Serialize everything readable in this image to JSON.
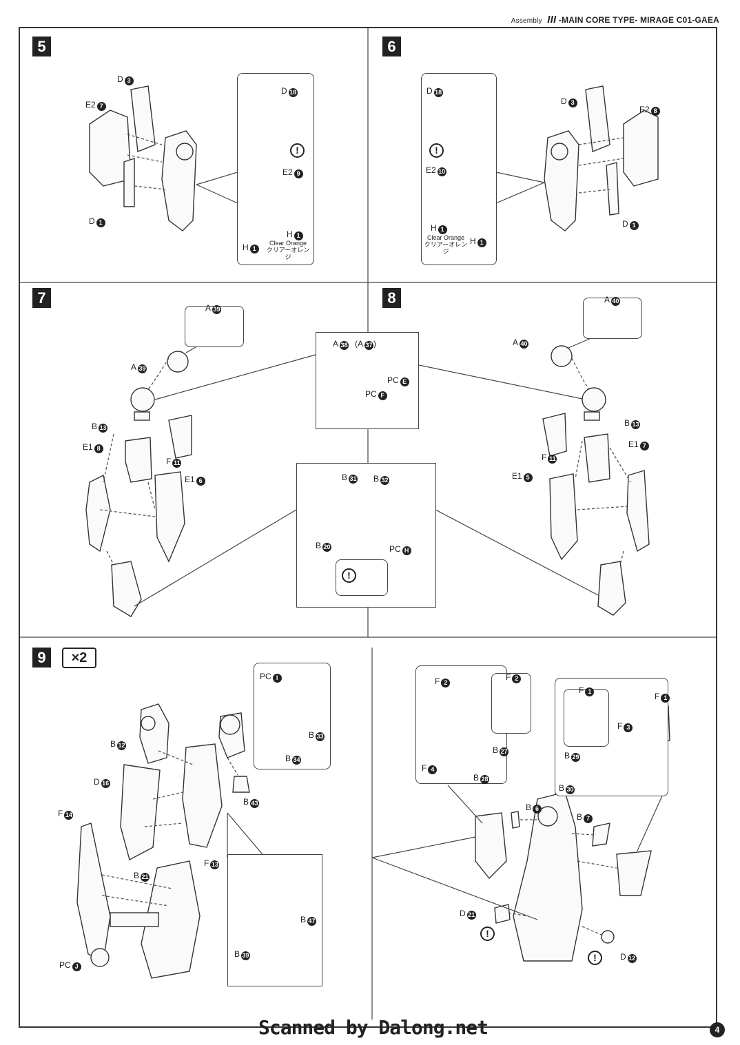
{
  "header": {
    "assembly": "Assembly",
    "roman": "III",
    "title": "-MAIN CORE TYPE- MIRAGE C01-GAEA"
  },
  "steps": {
    "s5": {
      "number": "5"
    },
    "s6": {
      "number": "6"
    },
    "s7": {
      "number": "7"
    },
    "s8": {
      "number": "8"
    },
    "s9": {
      "number": "9",
      "multiplier": "×2"
    }
  },
  "labels": {
    "s5": {
      "d3": {
        "letter": "D",
        "num": "3"
      },
      "e27": {
        "letter": "E2",
        "num": "7"
      },
      "d1": {
        "letter": "D",
        "num": "1"
      },
      "d18": {
        "letter": "D",
        "num": "18"
      },
      "e29": {
        "letter": "E2",
        "num": "9"
      },
      "h1a": {
        "letter": "H",
        "num": "1"
      },
      "h1b": {
        "letter": "H",
        "num": "1"
      }
    },
    "s6": {
      "d18": {
        "letter": "D",
        "num": "18"
      },
      "e210": {
        "letter": "E2",
        "num": "10"
      },
      "h1a": {
        "letter": "H",
        "num": "1"
      },
      "h1b": {
        "letter": "H",
        "num": "1"
      },
      "d3": {
        "letter": "D",
        "num": "3"
      },
      "e28": {
        "letter": "E2",
        "num": "8"
      },
      "d1": {
        "letter": "D",
        "num": "1"
      }
    },
    "s7": {
      "a39top": {
        "letter": "A",
        "num": "39"
      },
      "a39": {
        "letter": "A",
        "num": "39"
      },
      "b13": {
        "letter": "B",
        "num": "13"
      },
      "e18": {
        "letter": "E1",
        "num": "8"
      },
      "f11": {
        "letter": "F",
        "num": "11"
      },
      "e16": {
        "letter": "E1",
        "num": "6"
      }
    },
    "center": {
      "a38": {
        "letter": "A",
        "num": "38"
      },
      "a37": {
        "letter": "(A",
        "num": "37"
      },
      "pce": {
        "letter": "PC",
        "num": "E"
      },
      "pcf": {
        "letter": "PC",
        "num": "F"
      },
      "b31": {
        "letter": "B",
        "num": "31"
      },
      "b32": {
        "letter": "B",
        "num": "32"
      },
      "b20": {
        "letter": "B",
        "num": "20"
      },
      "pch": {
        "letter": "PC",
        "num": "H"
      }
    },
    "s8": {
      "a40top": {
        "letter": "A",
        "num": "40"
      },
      "a40": {
        "letter": "A",
        "num": "40"
      },
      "b13": {
        "letter": "B",
        "num": "13"
      },
      "f11": {
        "letter": "F",
        "num": "11"
      },
      "e17": {
        "letter": "E1",
        "num": "7"
      },
      "e15": {
        "letter": "E1",
        "num": "5"
      }
    },
    "s9": {
      "pci": {
        "letter": "PC",
        "num": "I"
      },
      "b33": {
        "letter": "B",
        "num": "33"
      },
      "b34": {
        "letter": "B",
        "num": "34"
      },
      "b43": {
        "letter": "B",
        "num": "43"
      },
      "b12": {
        "letter": "B",
        "num": "12"
      },
      "d16": {
        "letter": "D",
        "num": "16"
      },
      "f14": {
        "letter": "F",
        "num": "14"
      },
      "b21": {
        "letter": "B",
        "num": "21"
      },
      "f13": {
        "letter": "F",
        "num": "13"
      },
      "b47": {
        "letter": "B",
        "num": "47"
      },
      "b39": {
        "letter": "B",
        "num": "39"
      },
      "pcj": {
        "letter": "PC",
        "num": "J"
      },
      "f2a": {
        "letter": "F",
        "num": "2"
      },
      "f2b": {
        "letter": "F",
        "num": "2"
      },
      "b27": {
        "letter": "B",
        "num": "27"
      },
      "f4": {
        "letter": "F",
        "num": "4"
      },
      "b28": {
        "letter": "B",
        "num": "28"
      },
      "f1a": {
        "letter": "F",
        "num": "1"
      },
      "f1b": {
        "letter": "F",
        "num": "1"
      },
      "f3": {
        "letter": "F",
        "num": "3"
      },
      "b29": {
        "letter": "B",
        "num": "29"
      },
      "b30": {
        "letter": "B",
        "num": "30"
      },
      "b6": {
        "letter": "B",
        "num": "6"
      },
      "b7": {
        "letter": "B",
        "num": "7"
      },
      "d21": {
        "letter": "D",
        "num": "21"
      },
      "d12": {
        "letter": "D",
        "num": "12"
      }
    }
  },
  "notes": {
    "s5_clear_en": "Clear Orange",
    "s5_clear_jp": "クリアーオレンジ",
    "s6_clear_en": "Clear Orange",
    "s6_clear_jp": "クリアーオレンジ",
    "caution_symbol": "!"
  },
  "footer": {
    "credit": "Scanned by Dalong.net",
    "page": "4"
  }
}
